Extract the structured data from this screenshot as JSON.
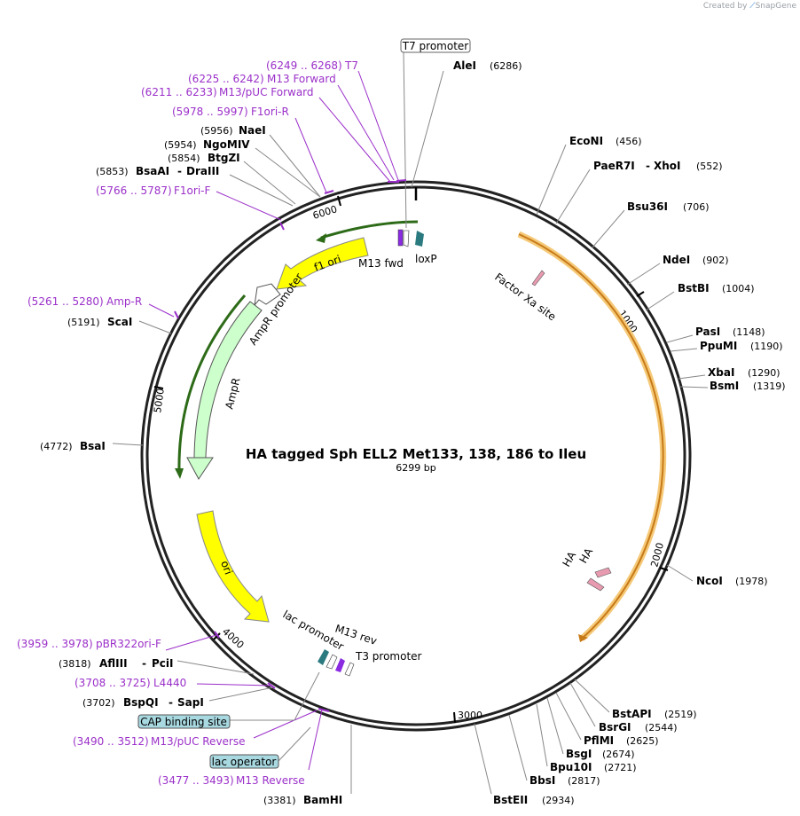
{
  "credit": {
    "prefix": "Created by",
    "brand": "SnapGene"
  },
  "plasmid": {
    "name": "HA tagged Sph ELL2 Met133, 138, 186 to Ileu",
    "size": "6299 bp"
  },
  "ticks": [
    "1000",
    "2000",
    "3000",
    "4000",
    "5000",
    "6000"
  ],
  "colors": {
    "backbone": "#222222",
    "enzyme_line": "#888888",
    "primer": "#9b30c9",
    "f1_ori": "#ffff00",
    "ori": "#ffff00",
    "ampr": "#ccffcc",
    "orf_arc": "#f0a030",
    "boxed_feature": "#a8d8e0"
  },
  "enzymes_right": [
    {
      "name": "EcoNI",
      "pos": "(456)"
    },
    {
      "name": "PaeR7I",
      "name2": "XhoI",
      "pos": "(552)"
    },
    {
      "name": "Bsu36I",
      "pos": "(706)"
    },
    {
      "name": "NdeI",
      "pos": "(902)"
    },
    {
      "name": "BstBI",
      "pos": "(1004)"
    },
    {
      "name": "PasI",
      "pos": "(1148)"
    },
    {
      "name": "PpuMI",
      "pos": "(1190)"
    },
    {
      "name": "XbaI",
      "pos": "(1290)"
    },
    {
      "name": "BsmI",
      "pos": "(1319)"
    },
    {
      "name": "NcoI",
      "pos": "(1978)"
    },
    {
      "name": "BstAPI",
      "pos": "(2519)"
    },
    {
      "name": "BsrGI",
      "pos": "(2544)"
    },
    {
      "name": "PflMI",
      "pos": "(2625)"
    },
    {
      "name": "BsgI",
      "pos": "(2674)"
    },
    {
      "name": "Bpu10I",
      "pos": "(2721)"
    },
    {
      "name": "BbsI",
      "pos": "(2817)"
    },
    {
      "name": "BstEII",
      "pos": "(2934)"
    }
  ],
  "enzymes_left": [
    {
      "name": "AleI",
      "pos": "(6286)"
    },
    {
      "name": "NaeI",
      "pos": "(5956)"
    },
    {
      "name": "NgoMIV",
      "pos": "(5954)"
    },
    {
      "name": "BtgZI",
      "pos": "(5854)"
    },
    {
      "name": "BsaAI",
      "name2": "DraIII",
      "pos": "(5853)"
    },
    {
      "name": "ScaI",
      "pos": "(5191)"
    },
    {
      "name": "BsaI",
      "pos": "(4772)"
    },
    {
      "name": "AflIII",
      "name2": "PciI",
      "pos": "(3818)"
    },
    {
      "name": "BspQI",
      "name2": "SapI",
      "pos": "(3702)"
    },
    {
      "name": "BamHI",
      "pos": "(3381)"
    }
  ],
  "primers": [
    {
      "range": "(6249 .. 6268)",
      "name": "T7"
    },
    {
      "range": "(6225 .. 6242)",
      "name": "M13 Forward"
    },
    {
      "range": "(6211 .. 6233)",
      "name": "M13/pUC Forward"
    },
    {
      "range": "(5978 .. 5997)",
      "name": "F1ori-R"
    },
    {
      "range": "(5766 .. 5787)",
      "name": "F1ori-F"
    },
    {
      "range": "(5261 .. 5280)",
      "name": "Amp-R"
    },
    {
      "range": "(3959 .. 3978)",
      "name": "pBR322ori-F"
    },
    {
      "range": "(3708 .. 3725)",
      "name": "L4440"
    },
    {
      "range": "(3490 .. 3512)",
      "name": "M13/pUC Reverse"
    },
    {
      "range": "(3477 .. 3493)",
      "name": "M13 Reverse"
    }
  ],
  "boxed_features": {
    "t7_promoter": "T7 promoter",
    "cap_site": "CAP binding site",
    "lac_operator": "lac operator"
  },
  "features": {
    "f1_ori": "f1 ori",
    "m13_fwd": "M13 fwd",
    "loxp": "loxP",
    "factor_xa": "Factor Xa site",
    "ampr_promoter": "AmpR promoter",
    "ampr": "AmpR",
    "ori": "ori",
    "ha1": "HA",
    "ha2": "HA",
    "lac_promoter": "lac promoter",
    "m13_rev": "M13 rev",
    "t3_promoter": "T3 promoter"
  }
}
